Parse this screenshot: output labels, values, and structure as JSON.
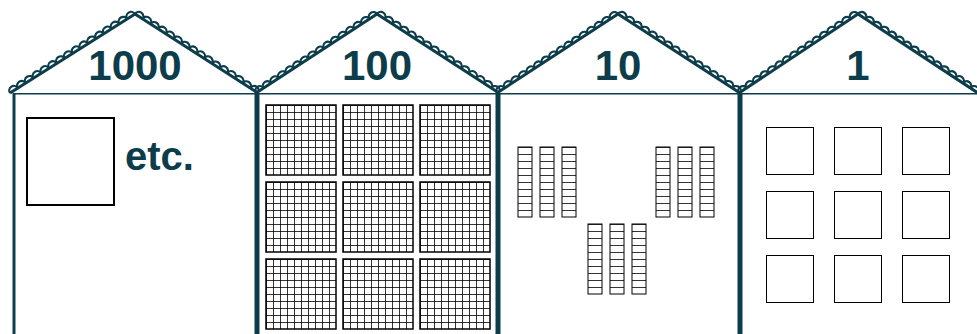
{
  "diagram": {
    "nodes": [
      {
        "text": [
          "1000",
          "etc."
        ]
      },
      {
        "text": [
          "100"
        ]
      },
      {
        "text": [
          "10"
        ]
      },
      {
        "text": [
          "1"
        ]
      }
    ]
  }
}
